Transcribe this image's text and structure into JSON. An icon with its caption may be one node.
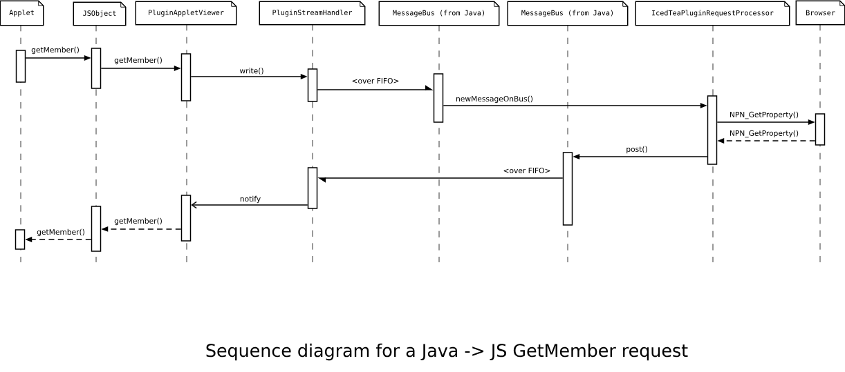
{
  "diagram": {
    "caption": "Sequence diagram for a Java -> JS GetMember request",
    "nodes": [
      {
        "text": [
          "Applet"
        ]
      },
      {
        "text": [
          "JSObject"
        ]
      },
      {
        "text": [
          "PluginAppletViewer"
        ]
      },
      {
        "text": [
          "PluginStreamHandler"
        ]
      },
      {
        "text": [
          "MessageBus (from Java)"
        ]
      },
      {
        "text": [
          "MessageBus (from Java)"
        ]
      },
      {
        "text": [
          "IcedTeaPluginRequestProcessor"
        ]
      },
      {
        "text": [
          "Browser"
        ]
      },
      {
        "text": [],
        "shape": "bar"
      },
      {
        "text": [],
        "shape": "bar"
      },
      {
        "text": [],
        "shape": "bar"
      },
      {
        "text": [],
        "shape": "bar"
      },
      {
        "text": [],
        "shape": "bar"
      },
      {
        "text": [],
        "shape": "bar"
      },
      {
        "text": [],
        "shape": "bar"
      },
      {
        "text": [],
        "shape": "bar"
      },
      {
        "text": [],
        "shape": "bar"
      },
      {
        "text": [],
        "shape": "bar"
      },
      {
        "text": [],
        "shape": "bar"
      },
      {
        "text": [],
        "shape": "bar"
      }
    ],
    "edges": [
      {
        "from": 8,
        "to": 9,
        "arrow": "to",
        "label": "getMember()"
      },
      {
        "from": 9,
        "to": 10,
        "arrow": "to",
        "label": "getMember()"
      },
      {
        "from": 10,
        "to": 11,
        "arrow": "to",
        "label": "write()"
      },
      {
        "from": 11,
        "to": 12,
        "arrow": "to",
        "label": "<over FIFO>"
      },
      {
        "from": 12,
        "to": 13,
        "arrow": "to",
        "label": "newMessageOnBus()"
      },
      {
        "from": 13,
        "to": 14,
        "arrow": "to",
        "label": "NPN_GetProperty()"
      },
      {
        "from": 14,
        "to": 13,
        "arrow": "to",
        "label": "NPN_GetProperty()",
        "style": "dashed"
      },
      {
        "from": 13,
        "to": 15,
        "arrow": "to",
        "label": "post()"
      },
      {
        "from": 15,
        "to": 16,
        "arrow": "to",
        "label": "<over FIFO>"
      },
      {
        "from": 16,
        "to": 17,
        "arrow": "to",
        "label": "notify"
      },
      {
        "from": 17,
        "to": 18,
        "arrow": "to",
        "label": "getMember()",
        "style": "dashed"
      },
      {
        "from": 18,
        "to": 19,
        "arrow": "to",
        "label": "getMember()",
        "style": "dashed"
      }
    ]
  }
}
